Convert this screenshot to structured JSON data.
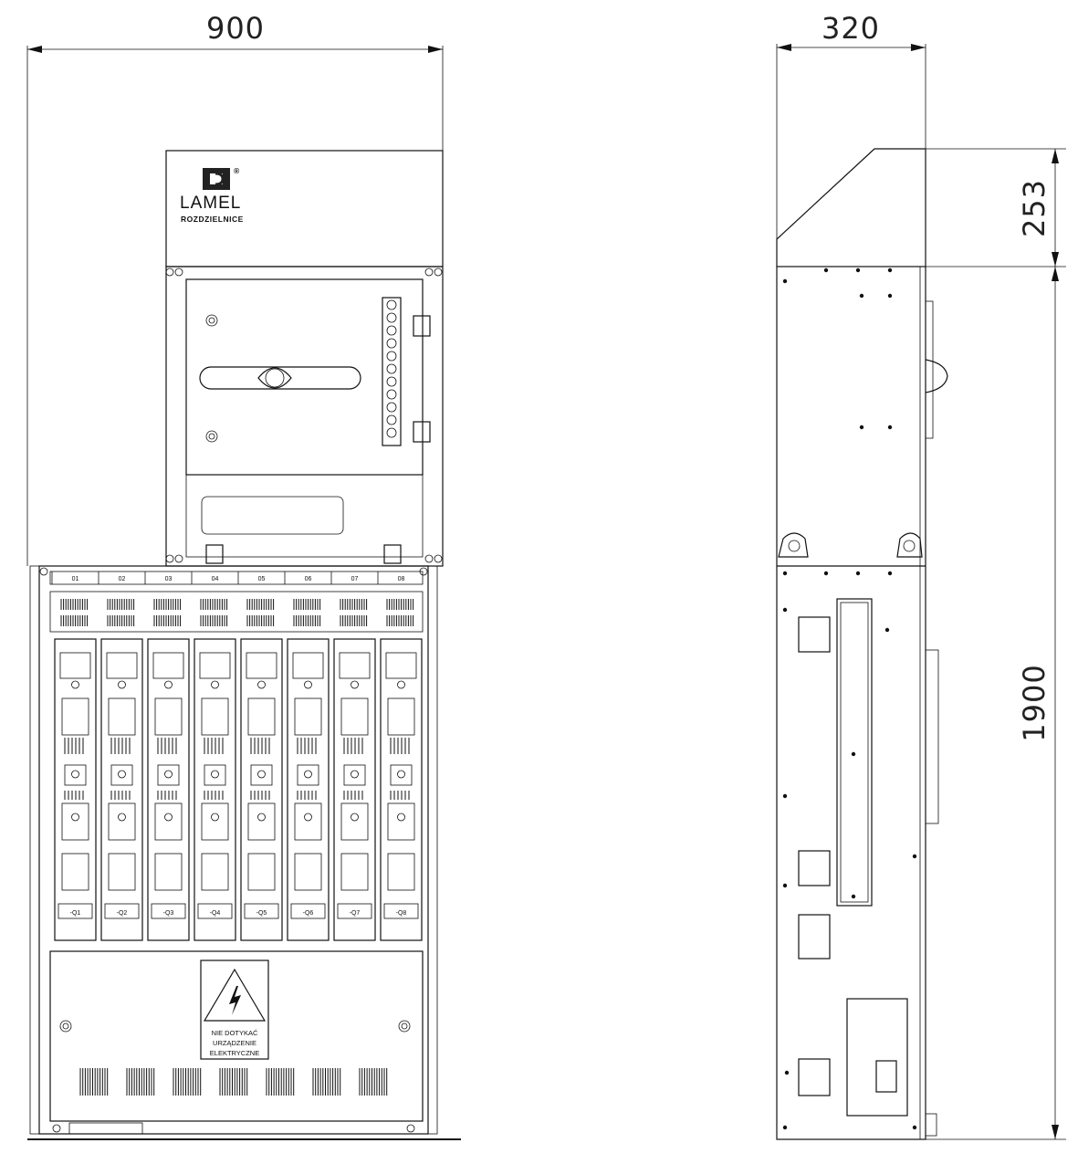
{
  "dimensions": {
    "front_width": "900",
    "side_depth": "320",
    "top_height": "253",
    "body_height": "1900"
  },
  "logo": {
    "name": "LAMEL",
    "subtitle": "ROZDZIELNICE",
    "registered_mark": "®"
  },
  "warning_label": {
    "line1": "NIE DOTYKAĆ",
    "line2": "URZĄDZENIE",
    "line3": "ELEKTRYCZNE"
  },
  "bus_labels": [
    "01",
    "02",
    "03",
    "04",
    "05",
    "06",
    "07",
    "08"
  ],
  "fuse_labels": [
    "-Q1",
    "-Q2",
    "-Q3",
    "-Q4",
    "-Q5",
    "-Q6",
    "-Q7",
    "-Q8"
  ],
  "icons": {
    "warning": "high-voltage-triangle-icon",
    "handle": "rotary-switch-handle-icon"
  }
}
